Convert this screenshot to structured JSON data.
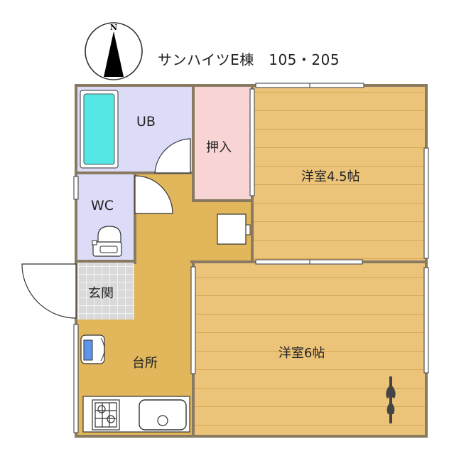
{
  "title": "サンハイツE棟　105・205",
  "compass": {
    "north_label": "N"
  },
  "rooms": {
    "bath": "UB",
    "toilet": "WC",
    "closet": "押入",
    "entrance": "玄関",
    "kitchen": "台所",
    "room_a": "洋室4.5帖",
    "room_b": "洋室6帖"
  },
  "colors": {
    "wall": "#8a7a62",
    "floor_kitchen": "#e2b75c",
    "wood_floor": "#ebc47a",
    "wood_line": "#d6a653",
    "bath_wc": "#dcdcf8",
    "closet": "#f8d4d4",
    "entrance": "#d9d9d9",
    "tub": "#55e6e6"
  }
}
